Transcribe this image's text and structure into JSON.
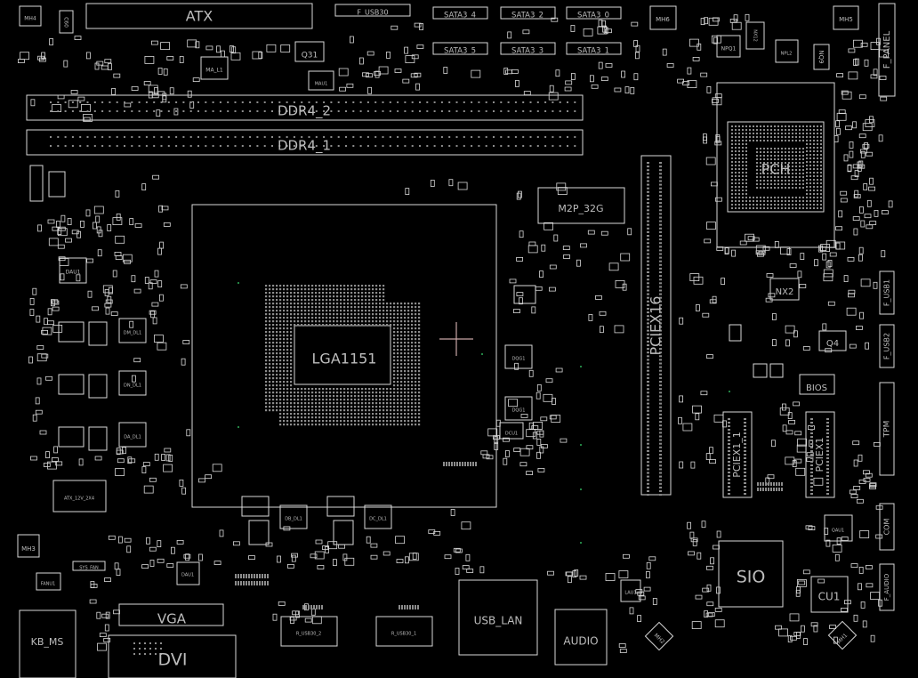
{
  "board": {
    "background": "#000000",
    "outline_color": "#d8d8d8",
    "label_color": "#bdbdbd",
    "cursor_color": "#c9a6a6"
  },
  "labels": {
    "atx": "ATX",
    "f_usb30": "F_USB30",
    "sata4": "SATA3_4",
    "sata2": "SATA3_2",
    "sata0": "SATA3_0",
    "sata5": "SATA3_5",
    "sata3": "SATA3_3",
    "sata1": "SATA3_1",
    "mh4": "MH4",
    "mh6": "MH6",
    "mh5": "MH5",
    "mh3": "MH3",
    "mh2": "MH2",
    "mh1": "MH1",
    "q31": "Q31",
    "c60": "C60",
    "ddr4_2": "DDR4_2",
    "ddr4_1": "DDR4_1",
    "ma_l1": "MA_L1",
    "mau1": "MAU1",
    "npq1": "NPQ1",
    "nx12": "NX12",
    "npl2": "NPL2",
    "nq9": "NQ9",
    "f_panel": "F_PANEL",
    "pch": "PCH",
    "m2p": "M2P_32G",
    "pciex16": "PCIEX16",
    "lga": "LGA1151",
    "dau1": "DAU1",
    "dm_dl1": "DM_DL1",
    "dn_dl1": "DN_DL1",
    "da_dl1": "DA_DL1",
    "dqg1_a": "DQG1",
    "dqg1_b": "DQG1",
    "dcu1": "DCU1",
    "nx2": "NX2",
    "f_usb1": "F_USB1",
    "f_usb2": "F_USB2",
    "q4": "Q4",
    "bios": "BIOS",
    "tpm": "TPM",
    "pciex1_1": "PCIEX1_1",
    "pciex1": "PCIEX1",
    "atx12v": "ATX_12V_2X4",
    "db_dl1": "DB_DL1",
    "dc_dl1": "DC_DL1",
    "sio": "SIO",
    "cu1": "CU1",
    "com": "COM",
    "f_audio": "F_AUDIO",
    "qau1": "QAU1",
    "sys_fan": "SYS_FAN",
    "fan_u1": "FANU1",
    "vga": "VGA",
    "dvi": "DVI",
    "kb_ms": "KB_MS",
    "r_usb30_2": "R_USB30_2",
    "r_usb30_1": "R_USB30_1",
    "usb_lan": "USB_LAN",
    "audio": "AUDIO",
    "lau1": "LAU1"
  }
}
